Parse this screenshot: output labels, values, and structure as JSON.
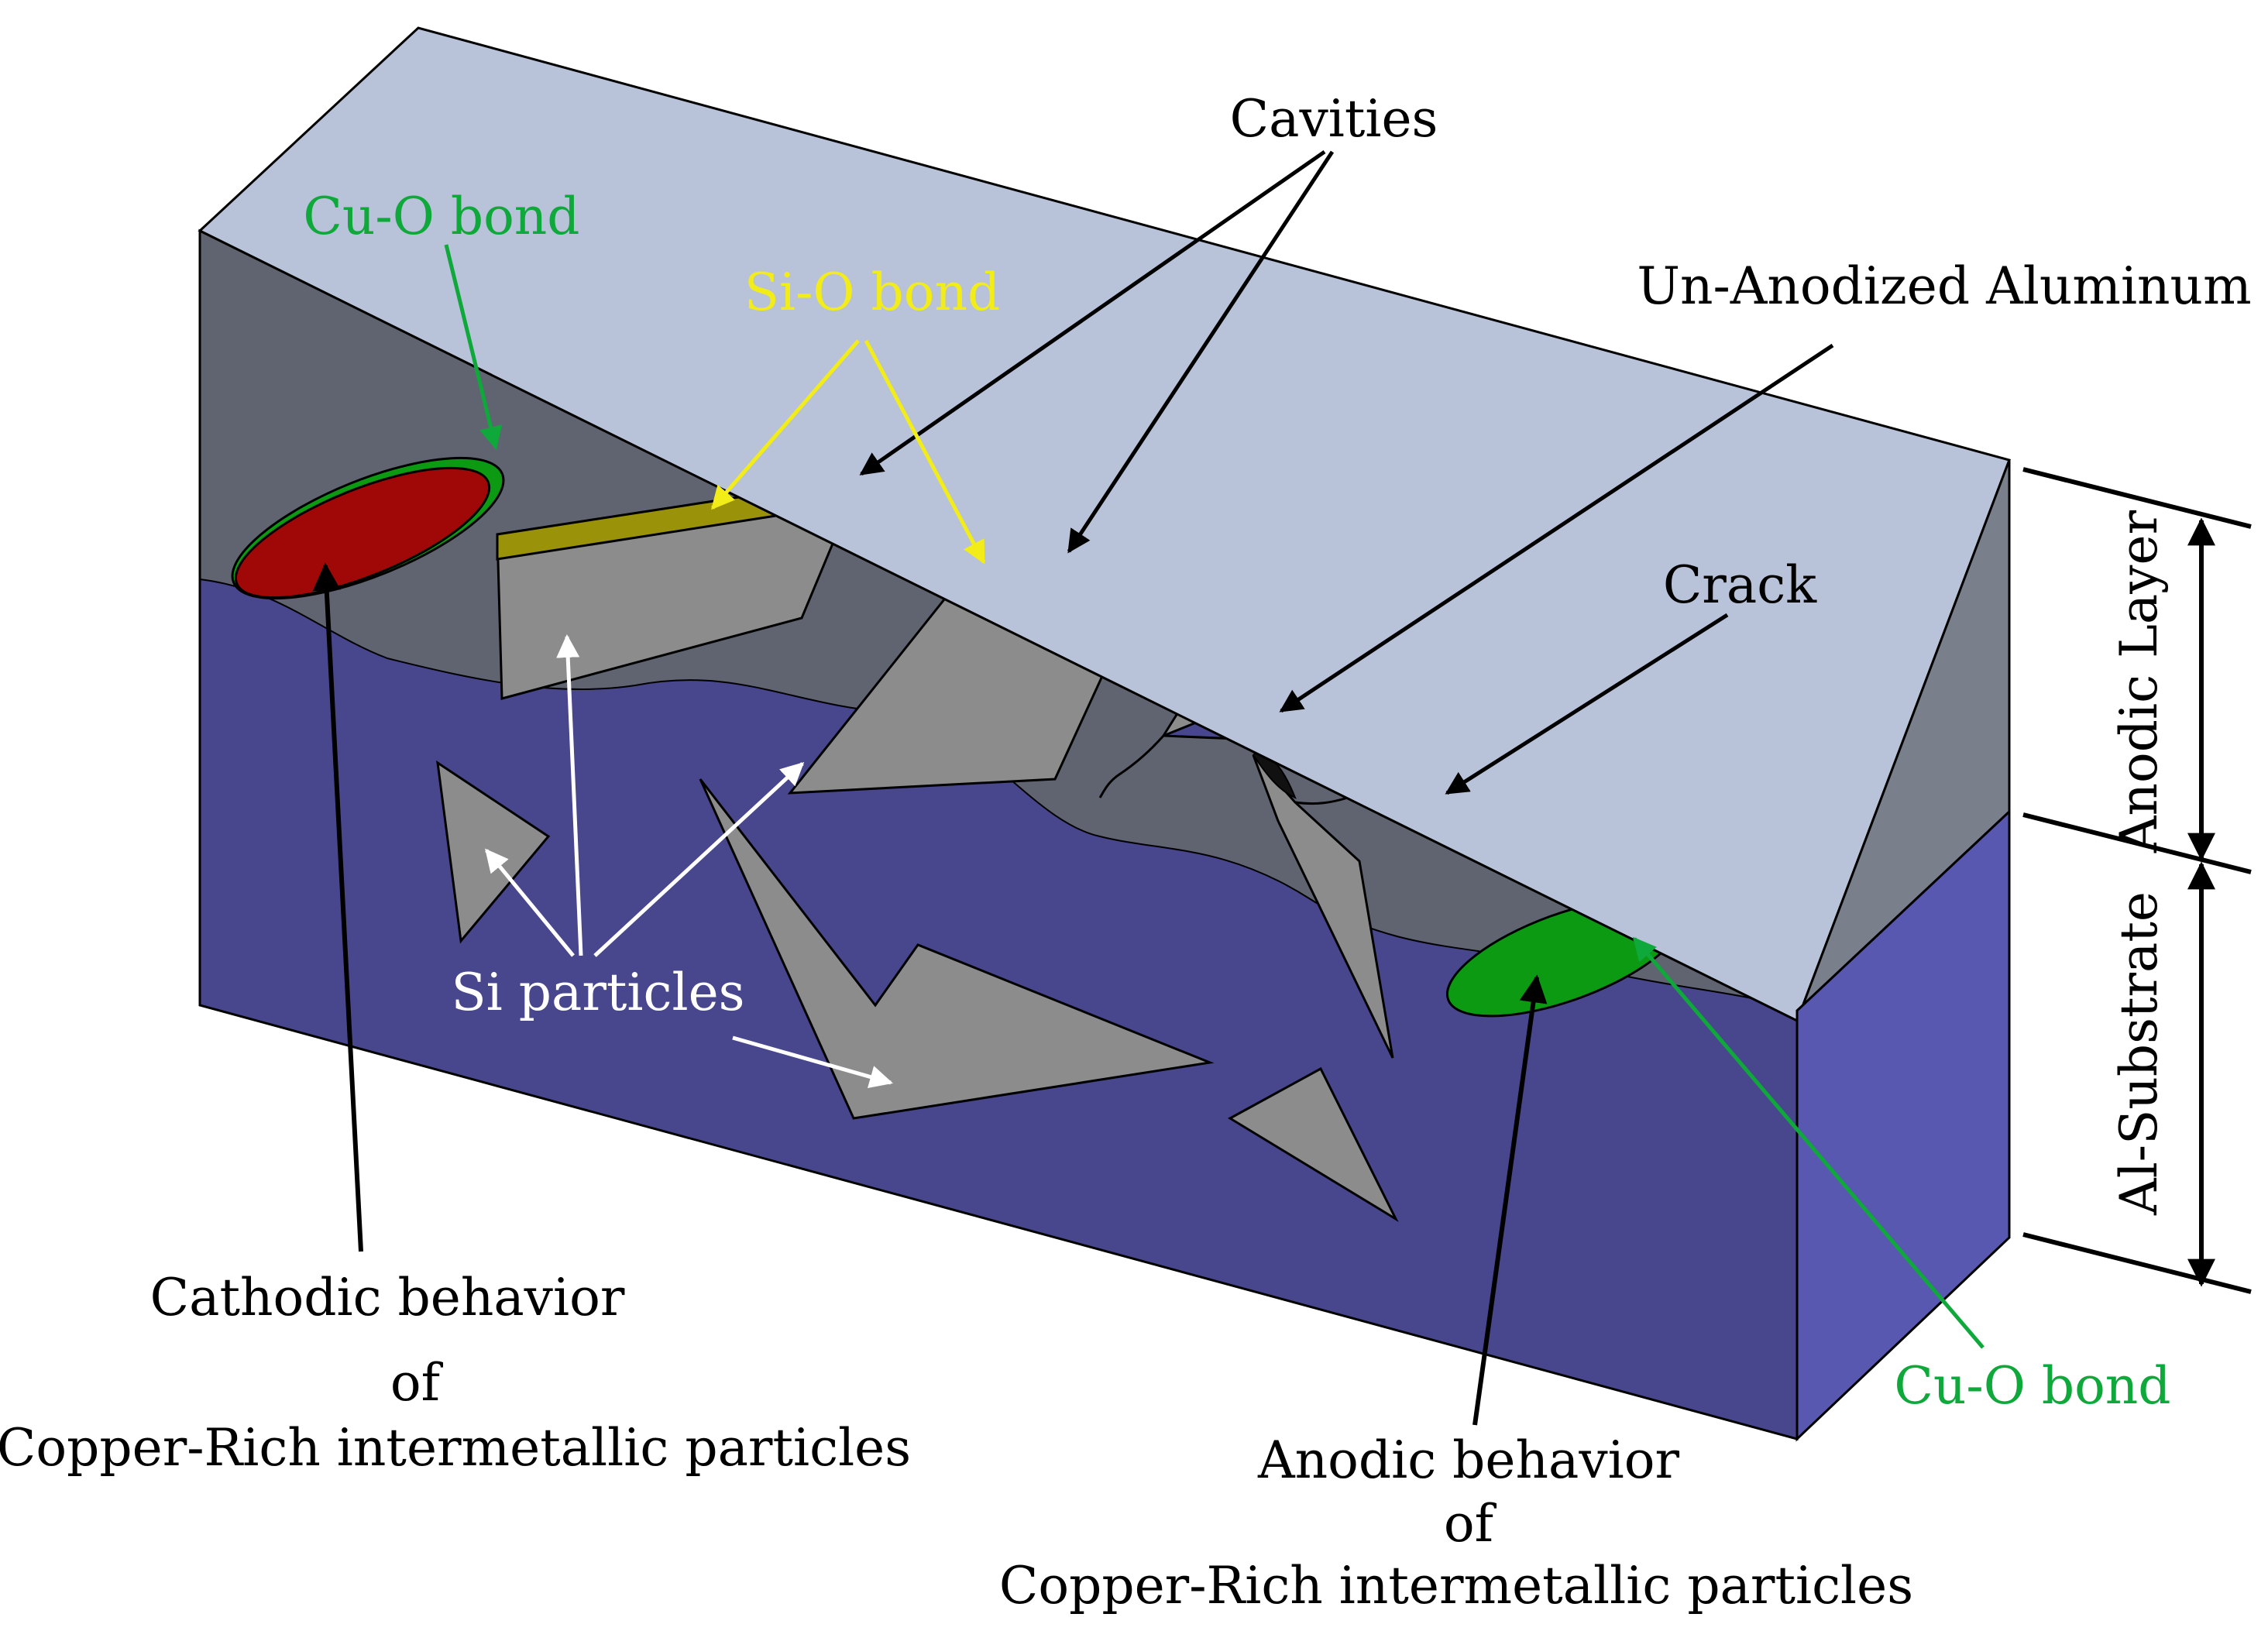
{
  "labels": {
    "cavities": "Cavities",
    "cu_o_bond_top": "Cu-O bond",
    "si_o_bond": "Si-O bond",
    "un_anodized_aluminum": "Un-Anodized Aluminum",
    "crack": "Crack",
    "anodic_layer": "Anodic Layer",
    "al_substrate": "Al-Substrate",
    "si_particles": "Si particles",
    "cathodic_line1": "Cathodic behavior",
    "cathodic_line2": "of",
    "cathodic_line3": "Copper-Rich intermetallic particles",
    "anodic_line1": "Anodic behavior",
    "anodic_line2": "of",
    "anodic_line3": "Copper-Rich intermetallic particles",
    "cu_o_bond_bottom": "Cu-O bond"
  },
  "colors": {
    "top_face": "#b8c2d8",
    "anodic_layer_front": "#5f6470",
    "anodic_layer_side": "#7a7f8c",
    "substrate_front": "#48468c",
    "substrate_side": "#5858b0",
    "si_particle": "#8c8c8c",
    "si_o_bond": "#9a9208",
    "cu_particle_cathodic": "#a00808",
    "cu_particle_anodic": "#0b9a12",
    "label_green": "#0fa83a",
    "label_yellow": "#f2ec18",
    "label_white": "#ffffff",
    "label_black": "#000000"
  }
}
